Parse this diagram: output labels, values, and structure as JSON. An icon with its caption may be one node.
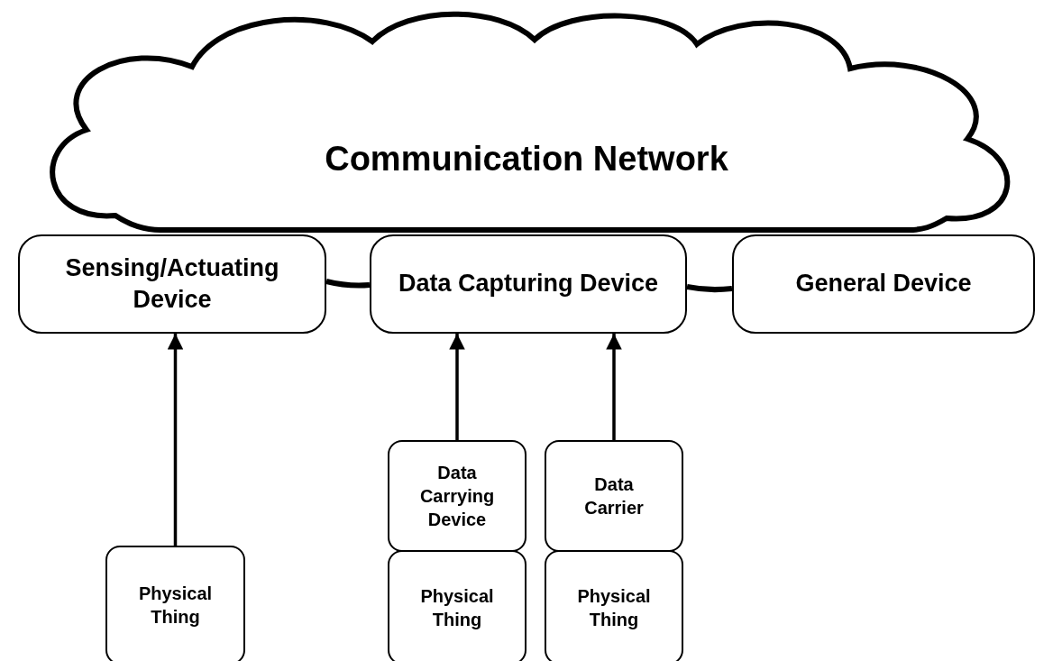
{
  "diagram": {
    "nodes": [
      {
        "text": [
          "Communication Network"
        ]
      },
      {
        "text": [
          "Sensing/Actuating Device"
        ]
      },
      {
        "text": [
          "Data Capturing Device"
        ]
      },
      {
        "text": [
          "General Device"
        ]
      },
      {
        "text": [
          "Physical Thing"
        ]
      },
      {
        "text": [
          "Data Carrying Device"
        ]
      },
      {
        "text": [
          "Physical Thing"
        ]
      },
      {
        "text": [
          "Data Carrier"
        ]
      },
      {
        "text": [
          "Physical Thing"
        ]
      }
    ],
    "edges": [
      {
        "from": 4,
        "to": 1,
        "arrow": "to"
      },
      {
        "from": 5,
        "to": 2,
        "arrow": "to"
      },
      {
        "from": 7,
        "to": 2,
        "arrow": "to"
      }
    ]
  }
}
